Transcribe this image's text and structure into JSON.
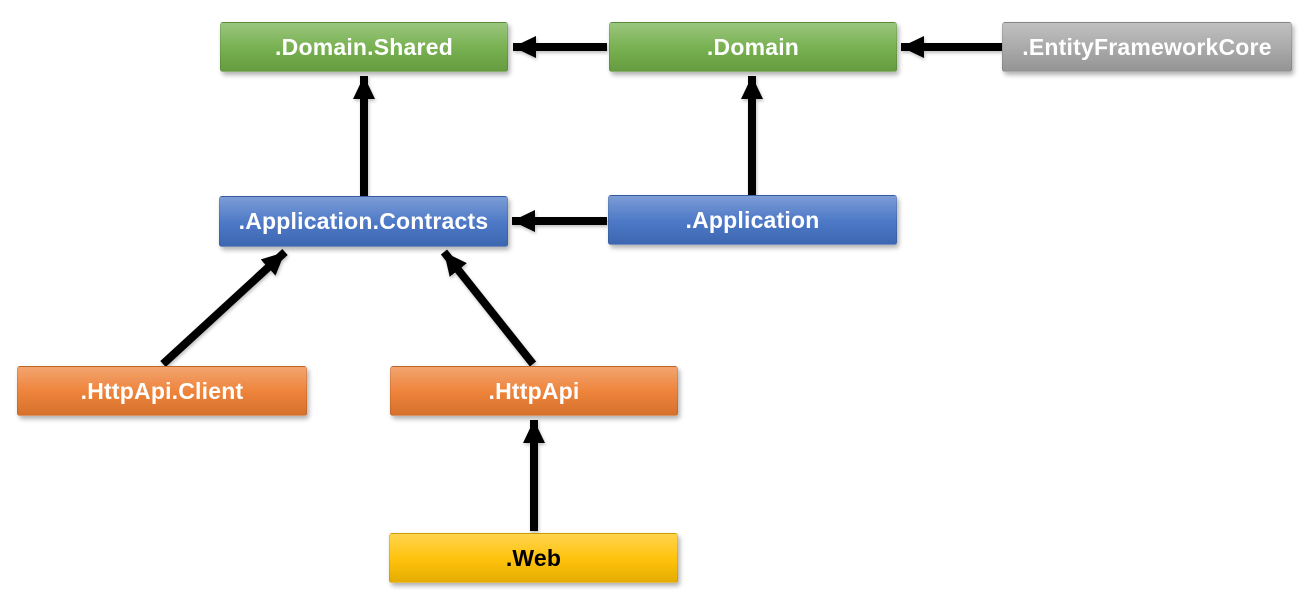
{
  "diagram": {
    "nodes": [
      {
        "id": "domain-shared",
        "label": ".Domain.Shared",
        "color": "#70AD47",
        "text_color": "#FFFFFF"
      },
      {
        "id": "domain",
        "label": ".Domain",
        "color": "#70AD47",
        "text_color": "#FFFFFF"
      },
      {
        "id": "entity-framework-core",
        "label": ".EntityFrameworkCore",
        "color": "#A5A5A5",
        "text_color": "#FFFFFF"
      },
      {
        "id": "application-contracts",
        "label": ".Application.Contracts",
        "color": "#4472C4",
        "text_color": "#FFFFFF"
      },
      {
        "id": "application",
        "label": ".Application",
        "color": "#4472C4",
        "text_color": "#FFFFFF"
      },
      {
        "id": "httpapi-client",
        "label": ".HttpApi.Client",
        "color": "#ED7D31",
        "text_color": "#FFFFFF"
      },
      {
        "id": "httpapi",
        "label": ".HttpApi",
        "color": "#ED7D31",
        "text_color": "#FFFFFF"
      },
      {
        "id": "web",
        "label": ".Web",
        "color": "#FFC000",
        "text_color": "#000000"
      }
    ],
    "edges": [
      {
        "from": ".Domain",
        "to": ".Domain.Shared"
      },
      {
        "from": ".EntityFrameworkCore",
        "to": ".Domain"
      },
      {
        "from": ".Application.Contracts",
        "to": ".Domain.Shared"
      },
      {
        "from": ".Application",
        "to": ".Domain"
      },
      {
        "from": ".Application",
        "to": ".Application.Contracts"
      },
      {
        "from": ".HttpApi.Client",
        "to": ".Application.Contracts"
      },
      {
        "from": ".HttpApi",
        "to": ".Application.Contracts"
      },
      {
        "from": ".Web",
        "to": ".HttpApi"
      }
    ],
    "arrow_color": "#000000"
  }
}
